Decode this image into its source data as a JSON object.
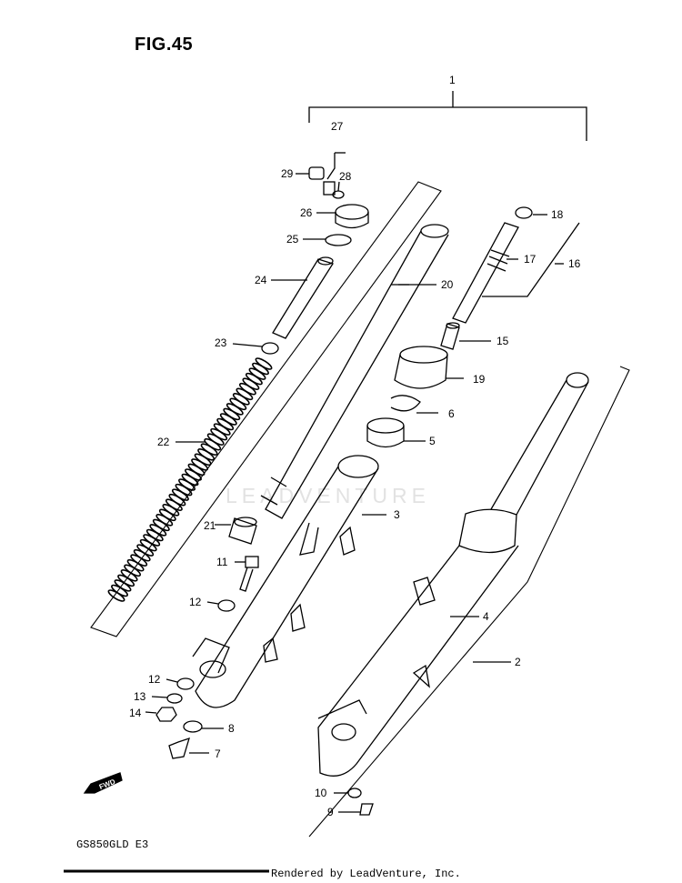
{
  "figure": {
    "title": "FIG.45",
    "model": "GS850GLD E3",
    "footer": "Rendered by LeadVenture, Inc.",
    "watermark": "LEADVENTURE"
  },
  "callouts": [
    {
      "id": "1",
      "text": "1"
    },
    {
      "id": "2",
      "text": "2"
    },
    {
      "id": "3",
      "text": "3"
    },
    {
      "id": "4",
      "text": "4"
    },
    {
      "id": "5",
      "text": "5"
    },
    {
      "id": "6",
      "text": "6"
    },
    {
      "id": "7",
      "text": "7"
    },
    {
      "id": "8",
      "text": "8"
    },
    {
      "id": "9",
      "text": "9"
    },
    {
      "id": "10",
      "text": "10"
    },
    {
      "id": "11",
      "text": "11"
    },
    {
      "id": "12a",
      "text": "12"
    },
    {
      "id": "12b",
      "text": "12"
    },
    {
      "id": "13",
      "text": "13"
    },
    {
      "id": "14",
      "text": "14"
    },
    {
      "id": "15",
      "text": "15"
    },
    {
      "id": "16",
      "text": "16"
    },
    {
      "id": "17",
      "text": "17"
    },
    {
      "id": "18",
      "text": "18"
    },
    {
      "id": "19",
      "text": "19"
    },
    {
      "id": "20",
      "text": "20"
    },
    {
      "id": "21",
      "text": "21"
    },
    {
      "id": "22",
      "text": "22"
    },
    {
      "id": "23",
      "text": "23"
    },
    {
      "id": "24",
      "text": "24"
    },
    {
      "id": "25",
      "text": "25"
    },
    {
      "id": "26",
      "text": "26"
    },
    {
      "id": "27",
      "text": "27"
    },
    {
      "id": "28",
      "text": "28"
    },
    {
      "id": "29",
      "text": "29"
    }
  ],
  "fwd_label": "FWD",
  "colors": {
    "ink": "#000000",
    "paper": "#ffffff",
    "watermark": "#cfcfcf"
  }
}
